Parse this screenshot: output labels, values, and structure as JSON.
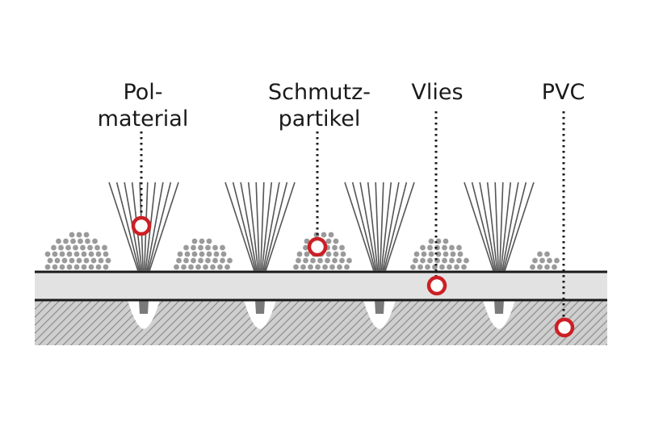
{
  "labels": {
    "pol": [
      "Pol-",
      "material"
    ],
    "schmutz": [
      "Schmutz-",
      "partikel"
    ],
    "vlies": [
      "Vlies"
    ],
    "pvc": [
      "PVC"
    ]
  },
  "colors": {
    "marker": "#cc1f24",
    "fiber": "#555555",
    "particle": "#9a9a9a",
    "fleece": "#e2e2e2",
    "pvc_base": "#cfcfcf",
    "pvc_hatch": "#8c8c8c",
    "outline": "#1a1a1a"
  }
}
